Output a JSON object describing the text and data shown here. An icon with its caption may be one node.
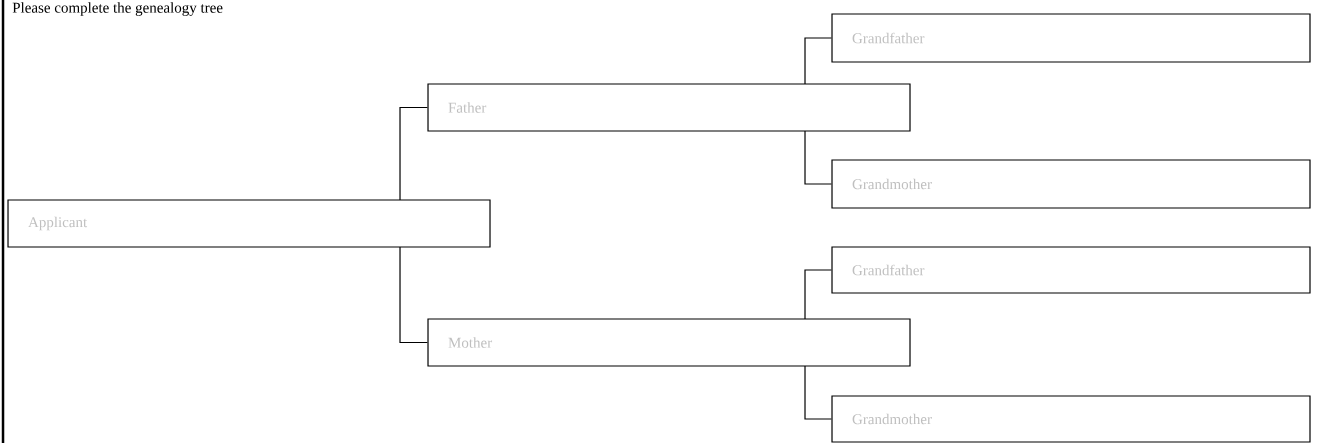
{
  "diagram": {
    "title": "Please complete the genealogy tree",
    "nodes": [
      {
        "text": [
          "Applicant"
        ]
      },
      {
        "text": [
          "Father"
        ]
      },
      {
        "text": [
          "Mother"
        ]
      },
      {
        "text": [
          "Grandfather"
        ]
      },
      {
        "text": [
          "Grandmother"
        ]
      },
      {
        "text": [
          "Grandfather"
        ]
      },
      {
        "text": [
          "Grandmother"
        ]
      }
    ],
    "edges": [
      {
        "from": 0,
        "to": 1,
        "arrow": "none"
      },
      {
        "from": 0,
        "to": 2,
        "arrow": "none"
      },
      {
        "from": 1,
        "to": 3,
        "arrow": "none"
      },
      {
        "from": 1,
        "to": 4,
        "arrow": "none"
      },
      {
        "from": 2,
        "to": 5,
        "arrow": "none"
      },
      {
        "from": 2,
        "to": 6,
        "arrow": "none"
      }
    ]
  }
}
